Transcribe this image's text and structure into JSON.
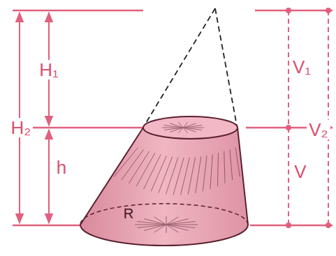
{
  "diagram": {
    "labels": [
      "H₁",
      "H₂",
      "h",
      "R",
      "V₁",
      "V₂",
      "V"
    ]
  }
}
